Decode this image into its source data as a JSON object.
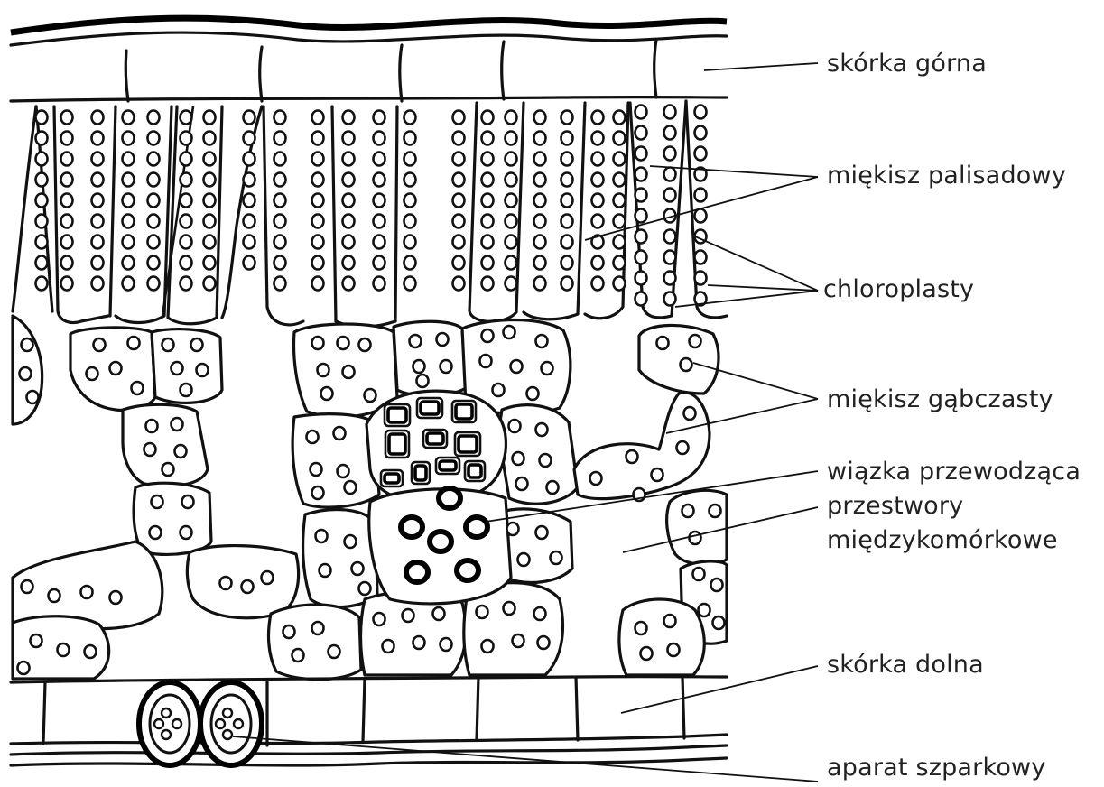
{
  "labels": {
    "upper_epidermis": "skórka górna",
    "palisade": "miękisz palisadowy",
    "chloroplasts": "chloroplasty",
    "spongy": "miękisz gąbczasty",
    "bundle": "wiązka przewodząca",
    "spaces_line1": "przestwory",
    "spaces_line2": "międzykomórkowe",
    "lower_epidermis": "skórka dolna",
    "stomata": "aparat szparkowy"
  }
}
